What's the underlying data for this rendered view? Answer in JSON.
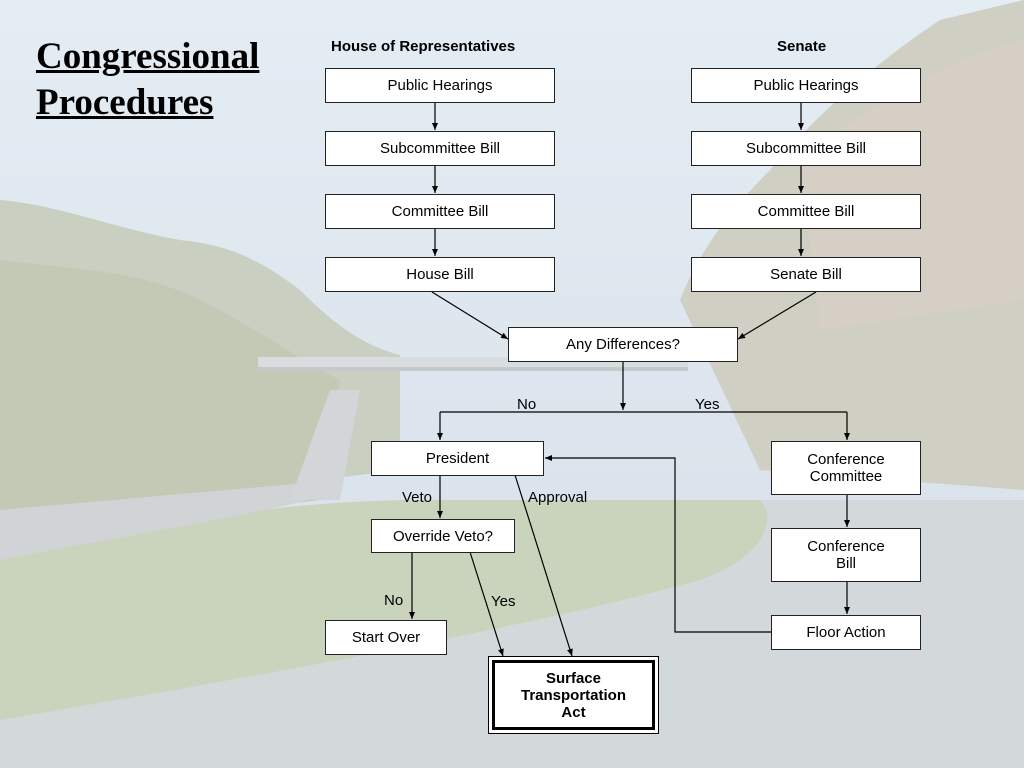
{
  "title": {
    "line1": "Congressional",
    "line2": "Procedures"
  },
  "house": {
    "heading": "House of Representatives",
    "steps": [
      "Public Hearings",
      "Subcommittee Bill",
      "Committee Bill",
      "House Bill"
    ]
  },
  "senate": {
    "heading": "Senate",
    "steps": [
      "Public Hearings",
      "Subcommittee Bill",
      "Committee Bill",
      "Senate Bill"
    ]
  },
  "differences": "Any Differences?",
  "labels": {
    "no": "No",
    "yes": "Yes",
    "veto": "Veto",
    "approval": "Approval",
    "override_no": "No",
    "override_yes": "Yes"
  },
  "president": "President",
  "override": "Override Veto?",
  "start_over": "Start Over",
  "final_act": {
    "line1": "Surface",
    "line2": "Transportation",
    "line3": "Act"
  },
  "conference_committee": {
    "line1": "Conference",
    "line2": "Committee"
  },
  "conference_bill": {
    "line1": "Conference",
    "line2": "Bill"
  },
  "floor_action": "Floor Action"
}
